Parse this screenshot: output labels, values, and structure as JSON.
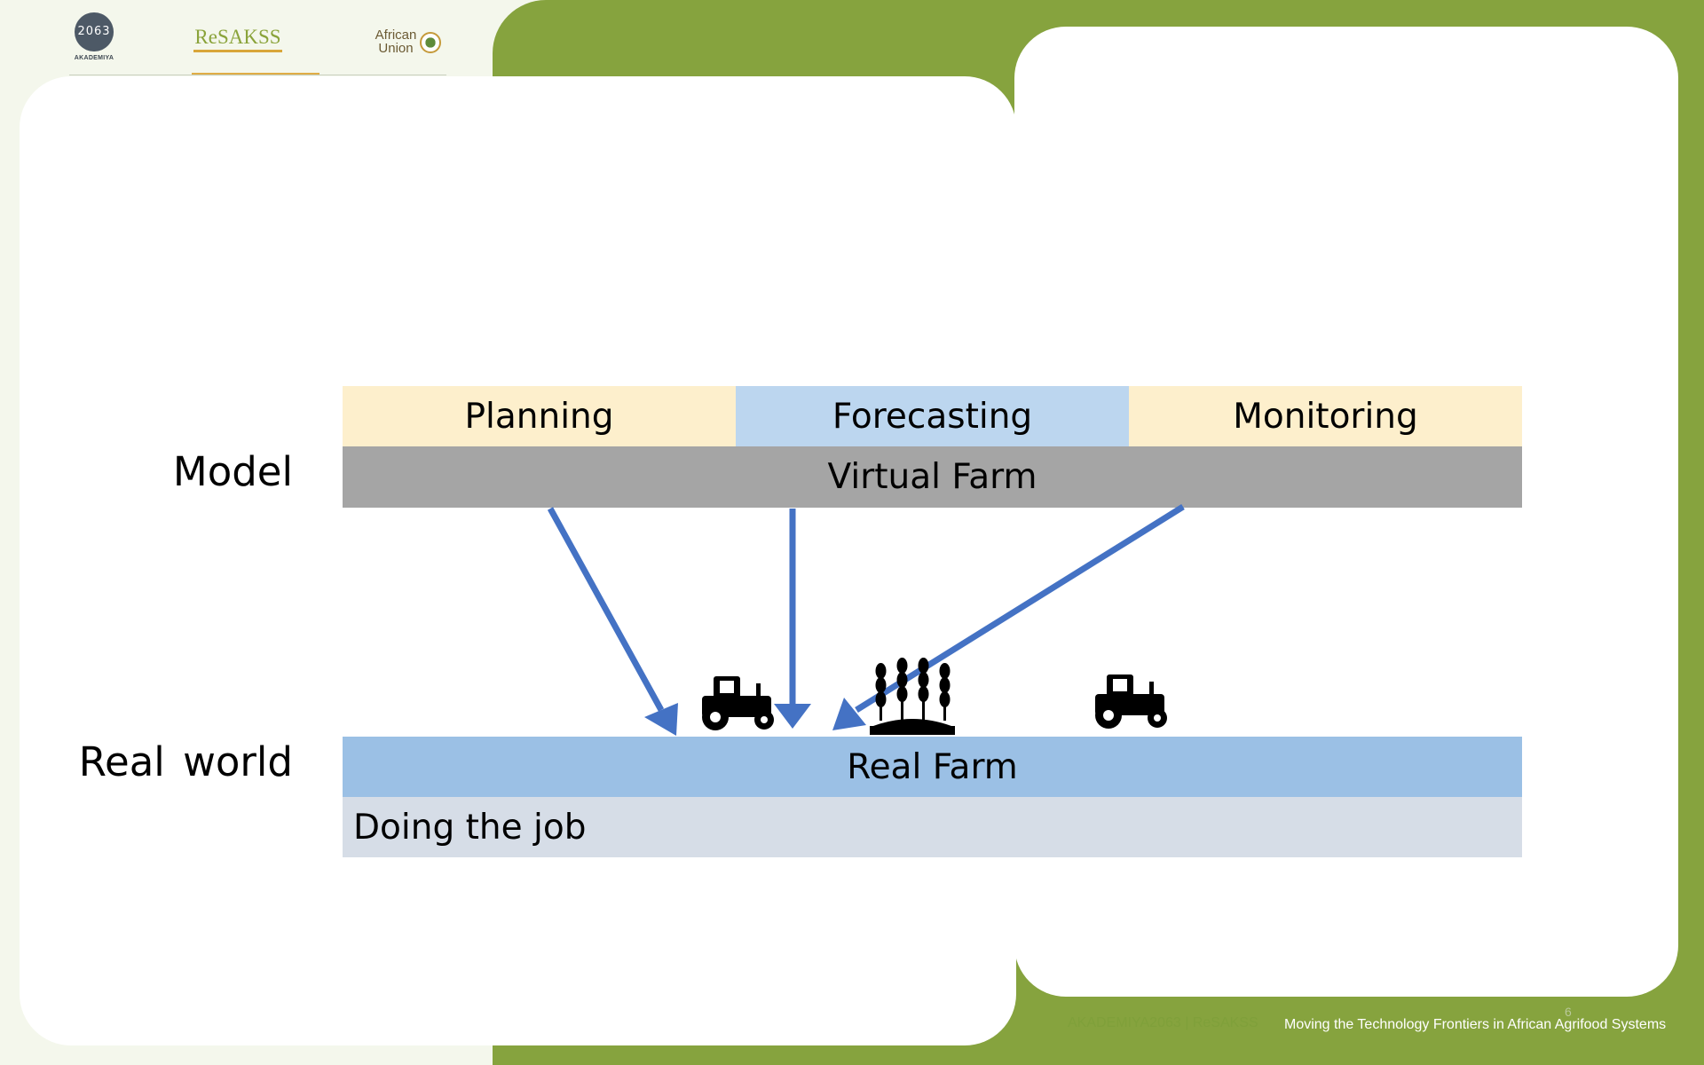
{
  "logos": {
    "akademiya": {
      "mark": "2063",
      "name": "AKADEMIYA"
    },
    "resakss": {
      "name": "ReSAKSS"
    },
    "african_union": {
      "line1": "African",
      "line2": "Union"
    }
  },
  "diagram": {
    "row_labels": {
      "model": "Model",
      "real_world": "Real world"
    },
    "functions": [
      "Planning",
      "Forecasting",
      "Monitoring"
    ],
    "virtual_farm": "Virtual Farm",
    "real_farm": "Real Farm",
    "doing_the_job": "Doing the job",
    "icons": [
      "tractor-icon",
      "crop-field-icon",
      "tractor-icon"
    ],
    "colors": {
      "planning": "#fdefcc",
      "forecasting": "#bcd6ef",
      "monitoring": "#fdefcc",
      "virtual_farm": "#a5a5a5",
      "real_farm": "#9bc0e5",
      "doing_the_job": "#d6dde7",
      "arrow": "#4472c4"
    }
  },
  "footer": {
    "faded_text": "AKADEMIYA2063 | ReSAKSS",
    "tagline": "Moving the Technology Frontiers in African Agrifood Systems",
    "page_number": "6"
  },
  "theme": {
    "accent_green": "#86a33e",
    "page_bg": "#f4f7ec"
  }
}
